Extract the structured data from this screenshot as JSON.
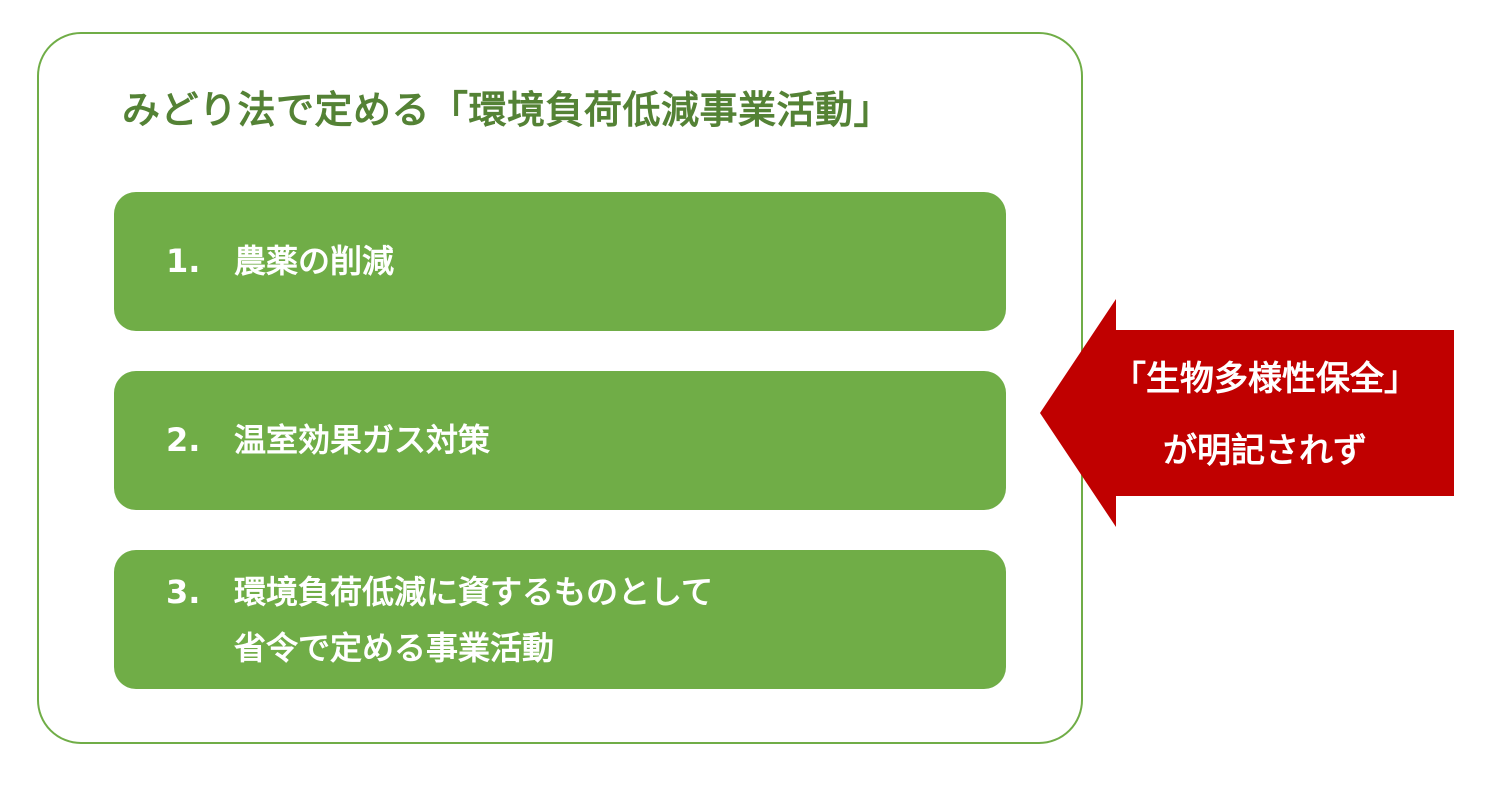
{
  "title": "みどり法で定める「環境負荷低減事業活動」",
  "items": [
    {
      "number": "1.",
      "lines": [
        "農薬の削減"
      ]
    },
    {
      "number": "2.",
      "lines": [
        "温室効果ガス対策"
      ]
    },
    {
      "number": "3.",
      "lines": [
        "環境負荷低減に資するものとして",
        "省令で定める事業活動"
      ]
    }
  ],
  "callout": {
    "line1": "「生物多様性保全」",
    "line2": "が明記されず"
  },
  "colors": {
    "frame_border": "#70ad47",
    "title_text": "#548235",
    "item_fill": "#70ad47",
    "item_text": "#ffffff",
    "arrow_fill": "#c00000"
  }
}
